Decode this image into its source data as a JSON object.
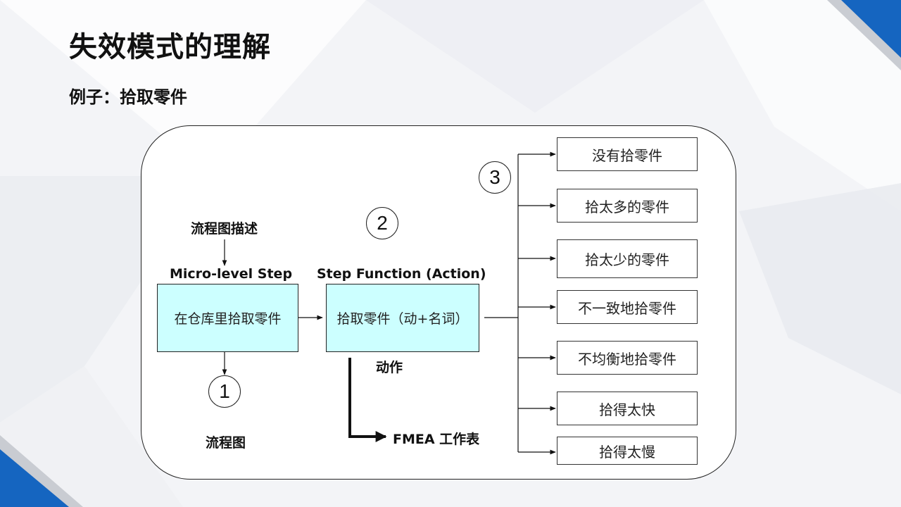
{
  "slide": {
    "title": "失效模式的理解",
    "subtitle": "例子：拾取零件"
  },
  "diagram": {
    "flow_desc_label": "流程图描述",
    "micro_step_label": "Micro-level Step",
    "step_function_label": "Step Function (Action)",
    "step_box_text": "在仓库里拾取零件",
    "function_box_text": "拾取零件（动+名词）",
    "action_label": "动作",
    "flowchart_label": "流程图",
    "fmea_label": "FMEA 工作表",
    "circle_1": "1",
    "circle_2": "2",
    "circle_3": "3",
    "failure_modes": [
      "没有拾零件",
      "拾太多的零件",
      "拾太少的零件",
      "不一致地拾零件",
      "不均衡地拾零件",
      "拾得太快",
      "拾得太慢"
    ]
  },
  "colors": {
    "box_fill": "#ccffff",
    "accent_blue": "#1565c0"
  }
}
